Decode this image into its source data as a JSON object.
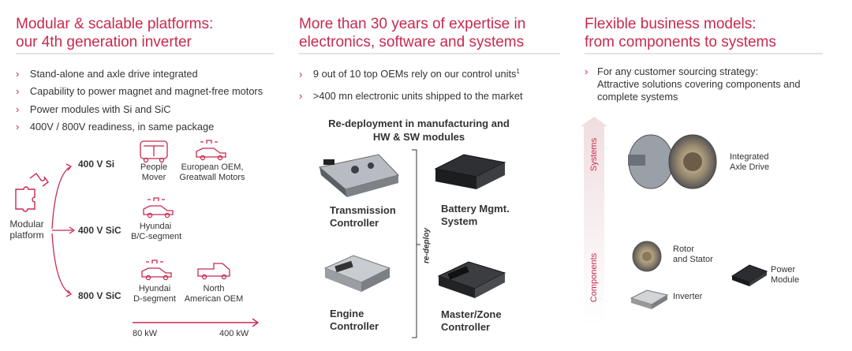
{
  "col1": {
    "title_line1": "Modular & scalable platforms:",
    "title_line2": "our 4th generation inverter",
    "bullets": [
      "Stand-alone and axle drive integrated",
      "Capability to power magnet and magnet-free motors",
      "Power modules with Si and SiC",
      "400V / 800V readiness, in same package"
    ],
    "root_line1": "Modular",
    "root_line2": "platform",
    "branches": [
      "400 V Si",
      "400 V SiC",
      "800 V SiC"
    ],
    "apps": {
      "people_mover_1": "People",
      "people_mover_2": "Mover",
      "euro_oem_1": "European OEM,",
      "euro_oem_2": "Greatwall Motors",
      "hyundai_bc_1": "Hyundai",
      "hyundai_bc_2": "B/C-segment",
      "hyundai_d_1": "Hyundai",
      "hyundai_d_2": "D-segment",
      "north_am_1": "North",
      "north_am_2": "American OEM"
    },
    "power_min": "80 kW",
    "power_max": "400 kW"
  },
  "col2": {
    "title_line1": "More than 30 years of expertise in",
    "title_line2": "electronics, software and systems",
    "bullet1": "9 out of 10 top OEMs rely on our control units",
    "bullet1_sup": "1",
    "bullet2": ">400 mn electronic units  shipped to the market",
    "subhead_line1": "Re-deployment in manufacturing and",
    "subhead_line2": "HW & SW modules",
    "redeploy": "re-deploy",
    "products": {
      "tc_1": "Transmission",
      "tc_2": "Controller",
      "bm_1": "Battery Mgmt.",
      "bm_2": "System",
      "ec_1": "Engine",
      "ec_2": "Controller",
      "mz_1": "Master/Zone",
      "mz_2": "Controller"
    }
  },
  "col3": {
    "title_line1": "Flexible business models:",
    "title_line2": "from components to systems",
    "bullet_1": "For any customer sourcing strategy:",
    "bullet_2": "Attractive solutions covering components and",
    "bullet_3": "complete systems",
    "axis_systems": "Systems",
    "axis_components": "Components",
    "items": {
      "axle_1": "Integrated",
      "axle_2": "Axle Drive",
      "rotor_1": "Rotor",
      "rotor_2": "and Stator",
      "inverter": "Inverter",
      "pm_1": "Power",
      "pm_2": "Module"
    }
  },
  "colors": {
    "accent": "#c8294f",
    "text": "#333333",
    "rule": "#e3e3e3"
  }
}
